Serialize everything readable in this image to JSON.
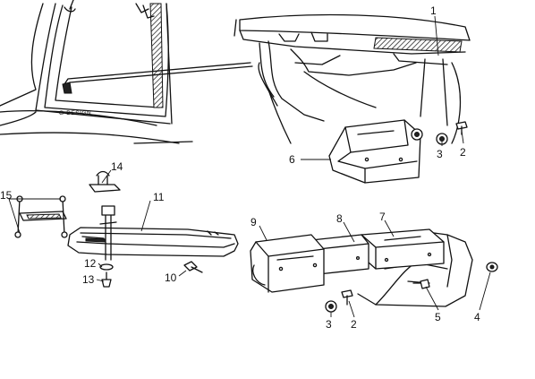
{
  "badge_text": "G-DESIGN",
  "callouts": [
    {
      "id": "c1",
      "label": "1"
    },
    {
      "id": "c2a",
      "label": "2"
    },
    {
      "id": "c3a",
      "label": "3"
    },
    {
      "id": "c6",
      "label": "6"
    },
    {
      "id": "c14",
      "label": "14"
    },
    {
      "id": "c15",
      "label": "15"
    },
    {
      "id": "c11",
      "label": "11"
    },
    {
      "id": "c12",
      "label": "12"
    },
    {
      "id": "c13",
      "label": "13"
    },
    {
      "id": "c10",
      "label": "10"
    },
    {
      "id": "c9",
      "label": "9"
    },
    {
      "id": "c8",
      "label": "8"
    },
    {
      "id": "c7",
      "label": "7"
    },
    {
      "id": "c5",
      "label": "5"
    },
    {
      "id": "c4",
      "label": "4"
    },
    {
      "id": "c3b",
      "label": "3"
    },
    {
      "id": "c2b",
      "label": "2"
    }
  ]
}
